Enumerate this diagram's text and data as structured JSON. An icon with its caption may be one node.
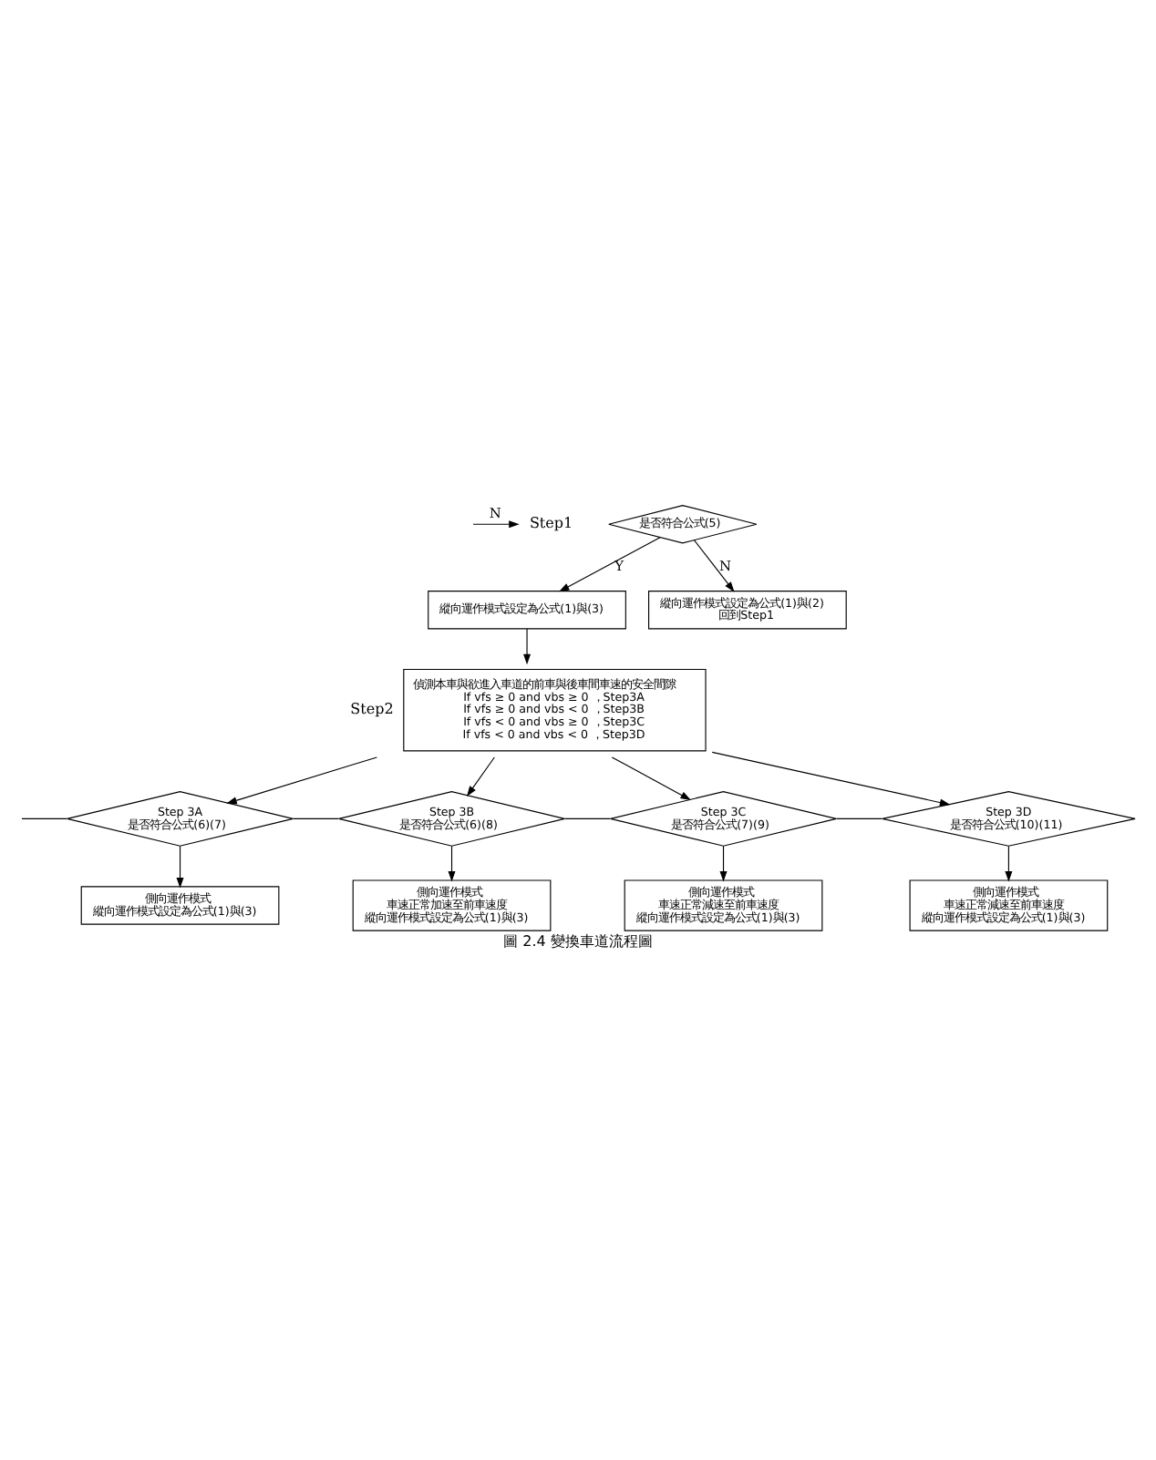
{
  "diagram": {
    "caption": "圖 2.4 變換車道流程圖",
    "nodes": [
      {
        "text": [
          "Step1"
        ]
      },
      {
        "text": [
          "是否符合公式(5)"
        ]
      },
      {
        "text": [
          "縱向運作模式設定為公式(1)與(3)"
        ]
      },
      {
        "text": [
          "縱向運作模式設定為公式(1)與(2)",
          "回到Step1"
        ]
      },
      {
        "text": [
          "偵測本車與欲進入車道的前車與後車間車速的安全間隙",
          "If vfs ≥ 0 and vbs ≥ 0 ，Step3A",
          "If vfs ≥ 0 and vbs < 0 ，Step3B",
          "If vfs < 0 and vbs ≥ 0 ，Step3C",
          "If vfs < 0 and vbs < 0 ，Step3D"
        ],
        "beside": [
          "Step2"
        ]
      },
      {
        "text": [
          "Step 3A",
          "是否符合公式(6)(7)"
        ]
      },
      {
        "text": [
          "Step 3B",
          "是否符合公式(6)(8)"
        ]
      },
      {
        "text": [
          "Step 3C",
          "是否符合公式(7)(9)"
        ]
      },
      {
        "text": [
          "Step 3D",
          "是否符合公式(10)(11)"
        ]
      },
      {
        "text": [
          "側向運作模式",
          "縱向運作模式設定為公式(1)與(3)"
        ]
      },
      {
        "text": [
          "側向運作模式",
          "車速正常加速至前車速度",
          "縱向運作模式設定為公式(1)與(3)"
        ]
      },
      {
        "text": [
          "側向運作模式",
          "車速正常減速至前車速度",
          "縱向運作模式設定為公式(1)與(3)"
        ]
      },
      {
        "text": [
          "側向運作模式",
          "車速正常減速至前車速度",
          "縱向運作模式設定為公式(1)與(3)"
        ]
      }
    ],
    "edges": [
      {
        "from": null,
        "to": 0,
        "arrow": "to",
        "label": "N"
      },
      {
        "from": 1,
        "to": 3,
        "arrow": "to",
        "label": "N"
      },
      {
        "from": 1,
        "to": 2,
        "arrow": "to",
        "label": "Y"
      },
      {
        "from": 2,
        "to": 4,
        "arrow": "to"
      },
      {
        "from": 4,
        "to": 5,
        "arrow": "to"
      },
      {
        "from": 4,
        "to": 6,
        "arrow": "to"
      },
      {
        "from": 4,
        "to": 7,
        "arrow": "to"
      },
      {
        "from": 4,
        "to": 8,
        "arrow": "to"
      },
      {
        "from": 5,
        "to": null,
        "arrow": "none"
      },
      {
        "from": 5,
        "to": 6,
        "arrow": "none"
      },
      {
        "from": 6,
        "to": 7,
        "arrow": "none"
      },
      {
        "from": 7,
        "to": 8,
        "arrow": "none"
      },
      {
        "from": 5,
        "to": 9,
        "arrow": "to"
      },
      {
        "from": 6,
        "to": 10,
        "arrow": "to"
      },
      {
        "from": 7,
        "to": 11,
        "arrow": "to"
      },
      {
        "from": 8,
        "to": 12,
        "arrow": "to"
      }
    ]
  }
}
